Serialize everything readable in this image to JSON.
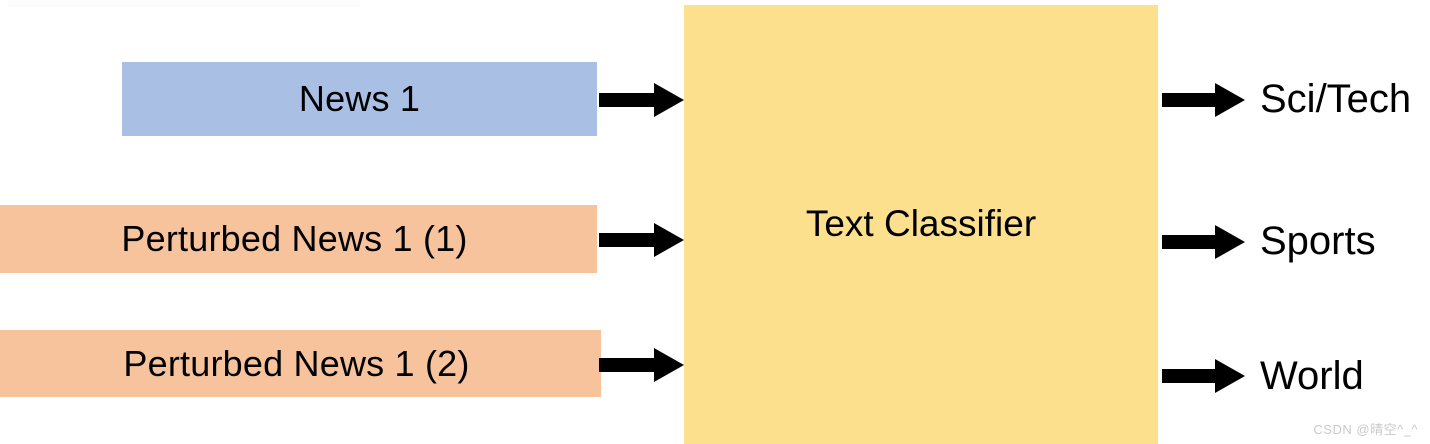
{
  "diagram": {
    "title": "Text Classifier perturbation diagram",
    "colors": {
      "input_news": "#a9c0e4",
      "input_perturbed": "#f7c39c",
      "classifier": "#fce08e",
      "arrow": "#000000",
      "text": "#000000",
      "background": "#ffffff",
      "watermark": "#c9c9c9"
    },
    "inputs": [
      {
        "id": "news-1",
        "label": "News 1",
        "color": "#a9c0e4"
      },
      {
        "id": "perturbed-news-1-1",
        "label": "Perturbed News 1 (1)",
        "color": "#f7c39c"
      },
      {
        "id": "perturbed-news-1-2",
        "label": "Perturbed News 1 (2)",
        "color": "#f7c39c"
      }
    ],
    "processor": {
      "id": "text-classifier",
      "label": "Text Classifier",
      "color": "#fce08e"
    },
    "outputs": [
      {
        "id": "sci-tech",
        "label": "Sci/Tech"
      },
      {
        "id": "sports",
        "label": "Sports"
      },
      {
        "id": "world",
        "label": "World"
      }
    ],
    "arrows": [
      {
        "id": "arrow-news-1-to-classifier",
        "from": "news-1",
        "to": "text-classifier",
        "direction": "right"
      },
      {
        "id": "arrow-perturbed-1-to-classifier",
        "from": "perturbed-news-1-1",
        "to": "text-classifier",
        "direction": "right"
      },
      {
        "id": "arrow-perturbed-2-to-classifier",
        "from": "perturbed-news-1-2",
        "to": "text-classifier",
        "direction": "right"
      },
      {
        "id": "arrow-classifier-to-sci-tech",
        "from": "text-classifier",
        "to": "sci-tech",
        "direction": "right"
      },
      {
        "id": "arrow-classifier-to-sports",
        "from": "text-classifier",
        "to": "sports",
        "direction": "right"
      },
      {
        "id": "arrow-classifier-to-world",
        "from": "text-classifier",
        "to": "world",
        "direction": "right"
      }
    ]
  },
  "watermark": {
    "text": "CSDN @晴空^_^"
  }
}
